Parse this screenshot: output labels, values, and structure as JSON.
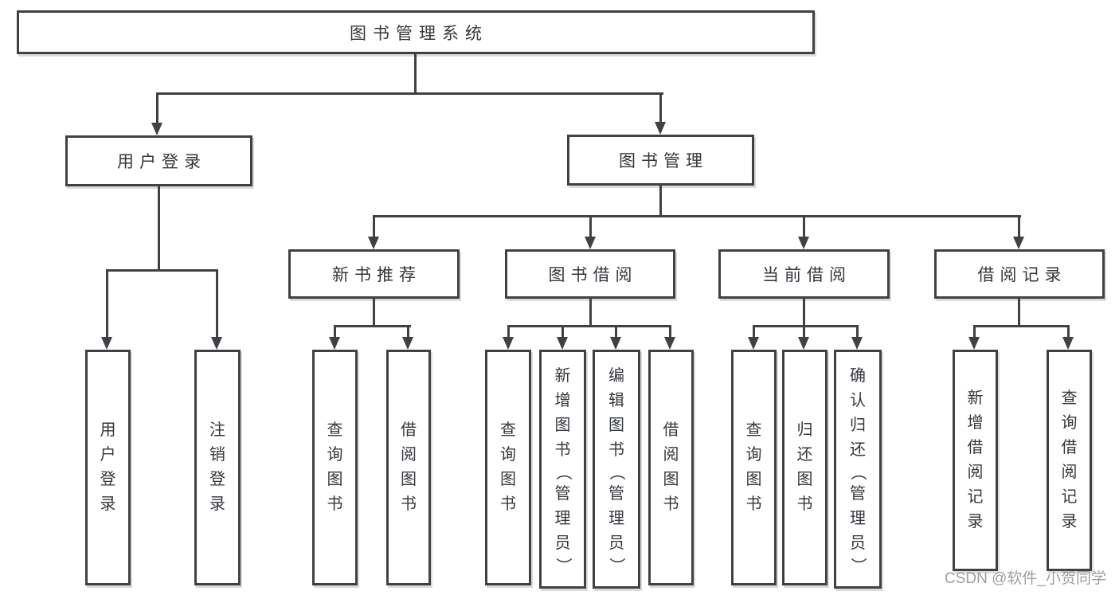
{
  "diagram": {
    "root_label": "图书管理系统",
    "user_login": {
      "label": "用户登录",
      "children": [
        "用户登录",
        "注销登录"
      ]
    },
    "book_management": {
      "label": "图书管理",
      "groups": [
        {
          "label": "新书推荐",
          "children": [
            "查询图书",
            "借阅图书"
          ]
        },
        {
          "label": "图书借阅",
          "children": [
            "查询图书",
            "新增图书（管理员）",
            "编辑图书（管理员）",
            "借阅图书"
          ]
        },
        {
          "label": "当前借阅",
          "children": [
            "查询图书",
            "归还图书",
            "确认归还（管理员）"
          ]
        },
        {
          "label": "借阅记录",
          "children": [
            "新增借阅记录",
            "查询借阅记录"
          ]
        }
      ]
    },
    "watermark": "CSDN @软件_小贺同学",
    "colors": {
      "line": "#3f4145",
      "text": "#34373c",
      "watermark": "#9e9e9e"
    }
  }
}
